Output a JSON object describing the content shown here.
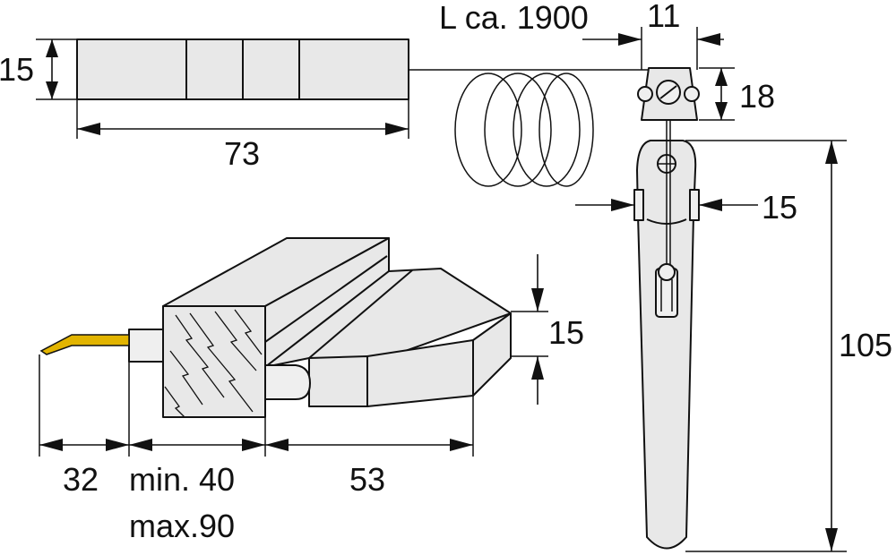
{
  "dimensions": {
    "cable_length": "L ca. 1900",
    "sensor_width": "11",
    "sensor_height": "18",
    "battery_height": "15",
    "battery_length": "73",
    "clip_width": "15",
    "clip_length": "105",
    "tip_height": "15",
    "blade_length": "32",
    "insertion_min": "min. 40",
    "insertion_max": "max.90",
    "body_length": "53"
  },
  "colors": {
    "blade": "#e2b400",
    "part_fill": "#e8e8e8",
    "line": "#111111"
  }
}
